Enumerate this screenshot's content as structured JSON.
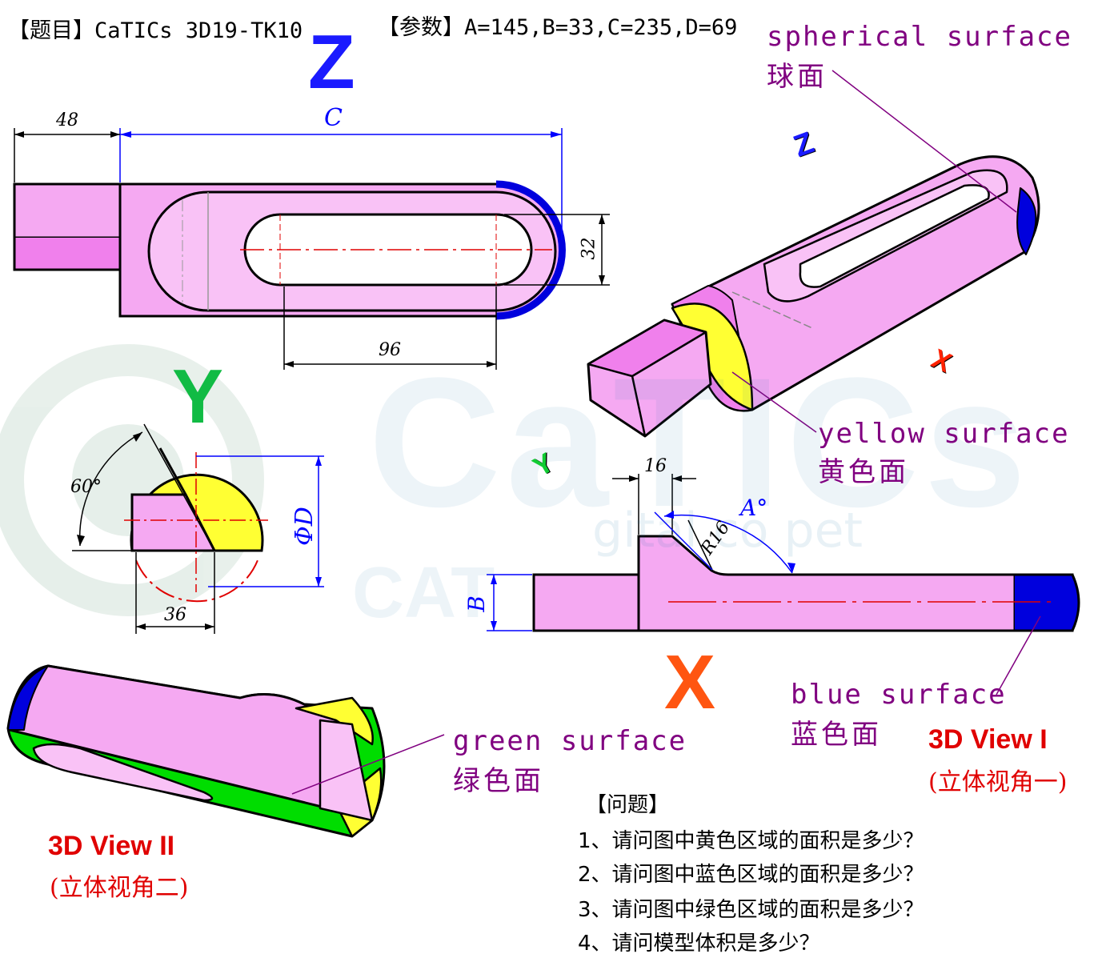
{
  "header": {
    "title_tag": "【题目】",
    "title": "CaTICs 3D19-TK10",
    "params_tag": "【参数】",
    "params": "A=145,B=33,C=235,D=69"
  },
  "watermark": {
    "brand": "CaTICs",
    "sub": "gital  co  pet  ",
    "sub2": "CAT"
  },
  "axes": {
    "z": "Z",
    "y": "Y",
    "x": "X"
  },
  "dimensions": {
    "d48": "48",
    "c": "C",
    "d32": "32",
    "d96": "96",
    "angle60": "60°",
    "phi_d": "ΦD",
    "d36": "36",
    "d16": "16",
    "r16": "R16",
    "a_deg": "A°",
    "b": "B"
  },
  "labels": {
    "spherical_en": "spherical surface",
    "spherical_cn": "球面",
    "yellow_en": "yellow surface",
    "yellow_cn": "黄色面",
    "blue_en": "blue surface",
    "blue_cn": "蓝色面",
    "green_en": "green surface",
    "green_cn": "绿色面"
  },
  "views": {
    "view1_title": "3D View I",
    "view1_sub": "(立体视角一)",
    "view2_title": "3D View II",
    "view2_sub": "(立体视角二)"
  },
  "questions": {
    "heading": "【问题】",
    "items": [
      "1、请问图中黄色区域的面积是多少？",
      "2、请问图中蓝色区域的面积是多少？",
      "3、请问图中绿色区域的面积是多少？",
      "4、请问模型体积是多少？"
    ]
  },
  "colors": {
    "pink": "#f5a9f2",
    "magenta": "#f080ec",
    "yellow": "#ffff33",
    "blue": "#0000dd",
    "green": "#00dd00",
    "dim_blue": "#0000ff",
    "axis_z": "#1a1aff",
    "axis_y": "#11bb44",
    "axis_x": "#ff5511",
    "label_purple": "#800080",
    "title_red": "#e00000"
  }
}
